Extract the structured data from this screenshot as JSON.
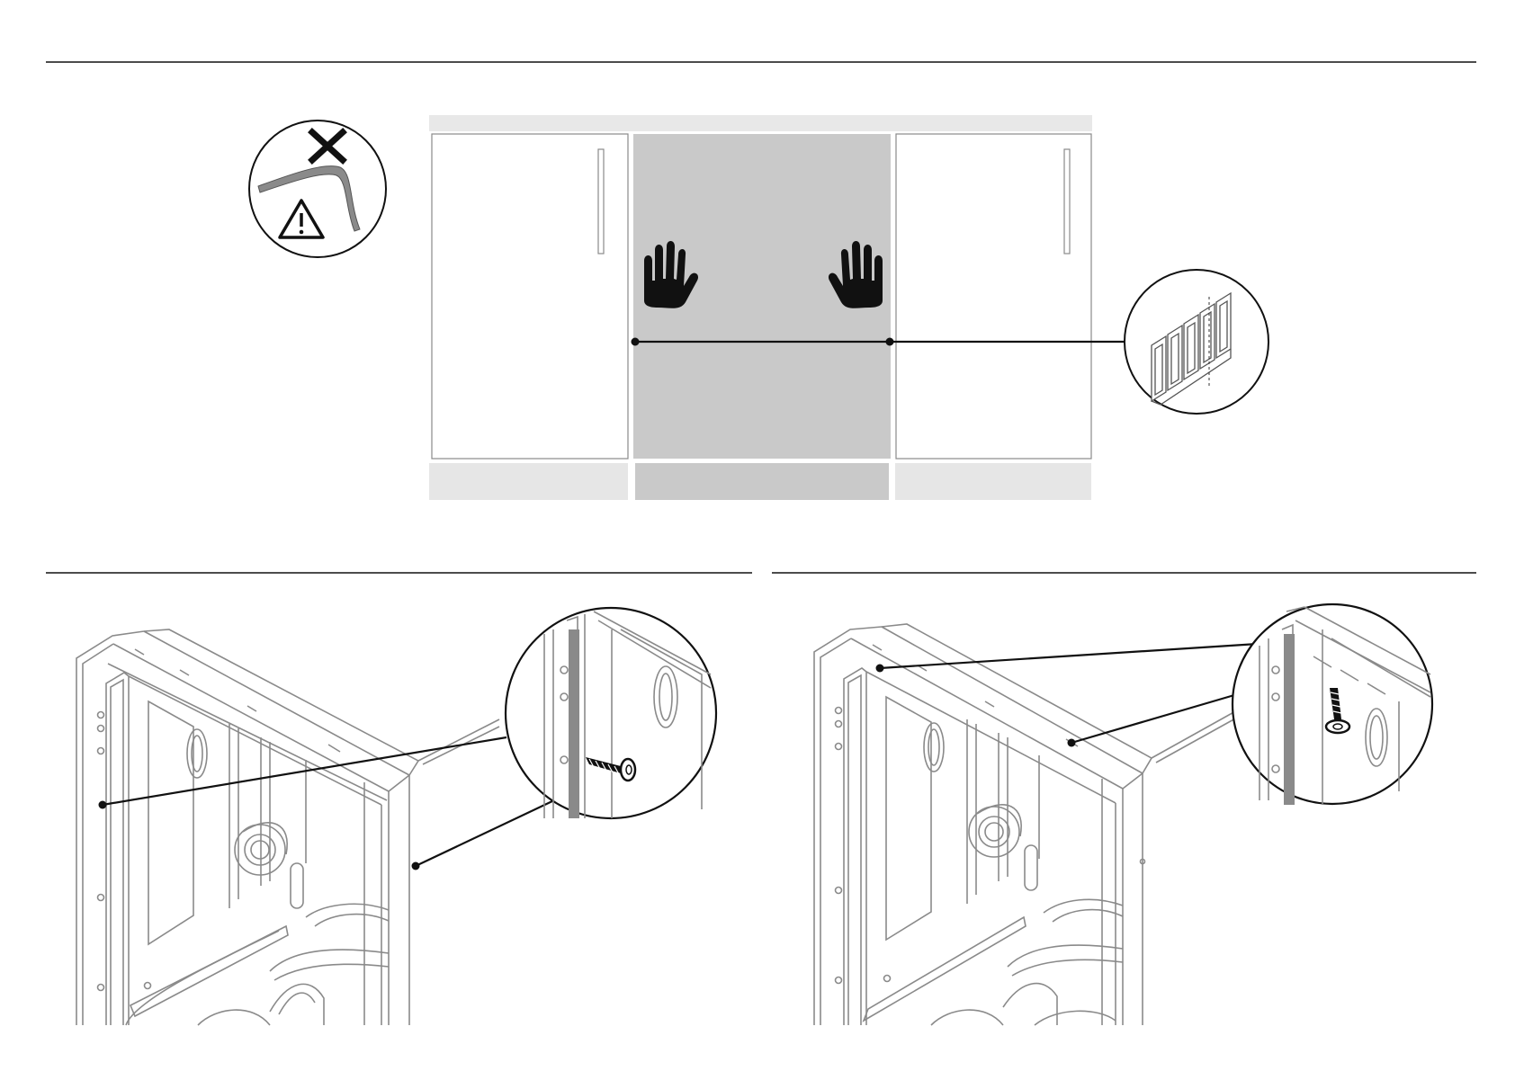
{
  "figure": {
    "kind": "installation-diagram",
    "text_labels": [],
    "steps": [
      {
        "step": "top",
        "description_icons": [
          "no-bend-cable-icon",
          "warning-icon",
          "hand-left-icon",
          "hand-right-icon",
          "panel-spacer-detail-icon"
        ]
      },
      {
        "step": "bottom-left",
        "description_icons": [
          "side-screw-icon"
        ]
      },
      {
        "step": "bottom-right",
        "description_icons": [
          "top-screw-icon"
        ]
      }
    ]
  },
  "colors": {
    "line": "#111111",
    "appliance_outline": "#8a8a8a",
    "cabinet_fill": "#ffffff",
    "cabinet_border": "#8a8a8a",
    "dishwasher_panel": "#c9c9c9",
    "plinth": "#e6e6e6",
    "countertop": "#e8e8e8",
    "hand": "#111111",
    "cable": "#8a8a8a"
  }
}
